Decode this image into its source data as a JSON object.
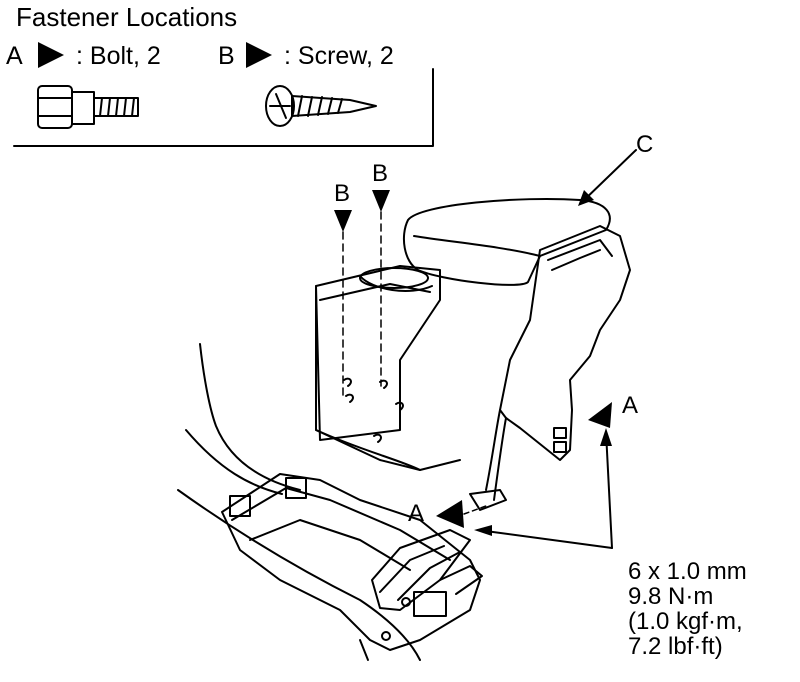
{
  "title": "Fastener Locations",
  "legend": {
    "a": {
      "letter": "A",
      "text": ": Bolt, 2"
    },
    "b": {
      "letter": "B",
      "text": ": Screw, 2"
    }
  },
  "callouts": {
    "b_left": "B",
    "b_right": "B",
    "c": "C",
    "a_right": "A",
    "a_bottom": "A"
  },
  "spec": {
    "line1": "6 x 1.0 mm",
    "line2": "9.8 N·m",
    "line3": "(1.0 kgf·m,",
    "line4": "7.2 lbf·ft)"
  }
}
